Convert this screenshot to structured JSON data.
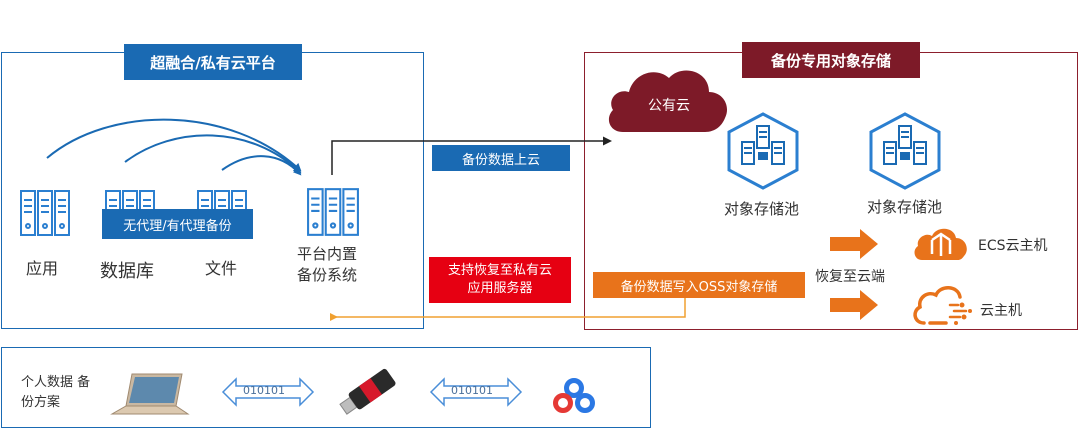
{
  "private_cloud": {
    "title": "超融合/私有云平台",
    "apps": [
      "应用",
      "数据库",
      "文件"
    ],
    "backup_mode": "无代理/有代理备份",
    "builtin_system": "平台内置\n备份系统"
  },
  "object_storage": {
    "title": "备份专用对象存储",
    "public_cloud": "公有云",
    "pools": [
      "对象存储池",
      "对象存储池"
    ],
    "restore_to_cloud": "恢复至云端",
    "targets": [
      "ECS云主机",
      "云主机"
    ]
  },
  "flows": {
    "upload": "备份数据上云",
    "restore_private": "支持恢复至私有云\n应用服务器",
    "write_oss": "备份数据写入OSS对象存储"
  },
  "personal": {
    "title": "个人数据 备\n份方案",
    "link_labels": [
      "010101",
      "010101"
    ]
  },
  "colors": {
    "blue": "#1a6ab3",
    "maroon": "#7d1a28",
    "red": "#e60012",
    "orange": "#e8731b"
  }
}
